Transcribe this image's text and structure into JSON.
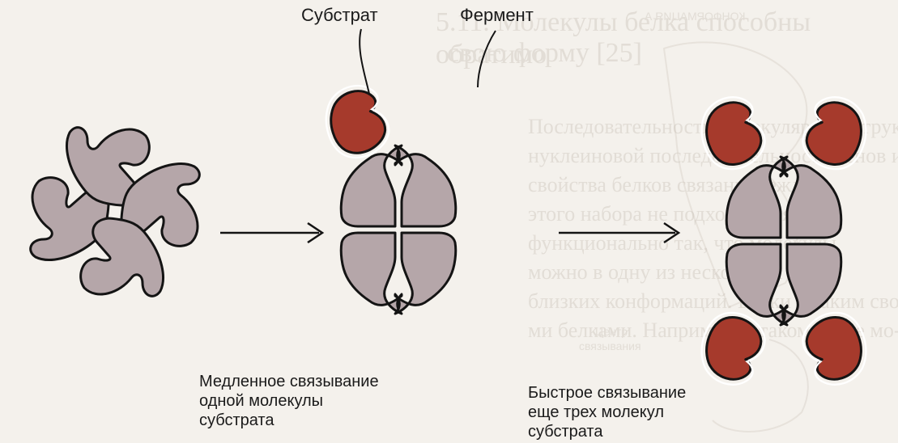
{
  "labels": {
    "substrate": "Субстрат",
    "enzyme": "Фермент"
  },
  "captions": {
    "slow": [
      "Медленное связывание",
      "одной молекулы",
      "субстрата"
    ],
    "fast": [
      "Быстрое связывание",
      "еще трех молекул",
      "субстрата"
    ]
  },
  "background_text": {
    "title_line1": "5.11. Молекулы белка способны обратимо",
    "title_line2": "свою форму [25]",
    "body_lines": [
      "Последовательность молекулярных струк-",
      "нуклеиновой последовательности генов и",
      "свойства белков связаны между",
      "этого набора не подходит для",
      "функционально так, что молекулы",
      "можно в одну из нескольких",
      "близких конформаций. Белки с таким свой-",
      "ми белками. Например, в таком белке мо-"
    ],
    "mirrored_label": "КОНФОРМАЦИЯ А",
    "side_label": [
      "Центр",
      "связывания"
    ]
  },
  "colors": {
    "enzyme_fill": "#b5a6a9",
    "substrate_fill": "#a63a2c",
    "outline": "#141414",
    "background": "#f4f1ec"
  }
}
